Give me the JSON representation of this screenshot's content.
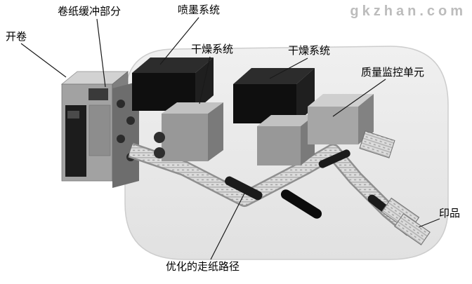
{
  "watermark": {
    "text": "gkzhan.com"
  },
  "labels": {
    "unwind": "开卷",
    "buffer": "卷纸缓冲部分",
    "inkjet": "喷墨系统",
    "dryer1": "干燥系统",
    "dryer2": "干燥系统",
    "quality": "质量监控单元",
    "product": "印品",
    "paper_path": "优化的走纸路径"
  },
  "colors": {
    "housing": "#eaeaea",
    "dark_box": "#0f0f0f",
    "unit_gray": "#989898",
    "leader_line": "#1a1a1a",
    "watermark_gray": "#bcbcbc"
  }
}
